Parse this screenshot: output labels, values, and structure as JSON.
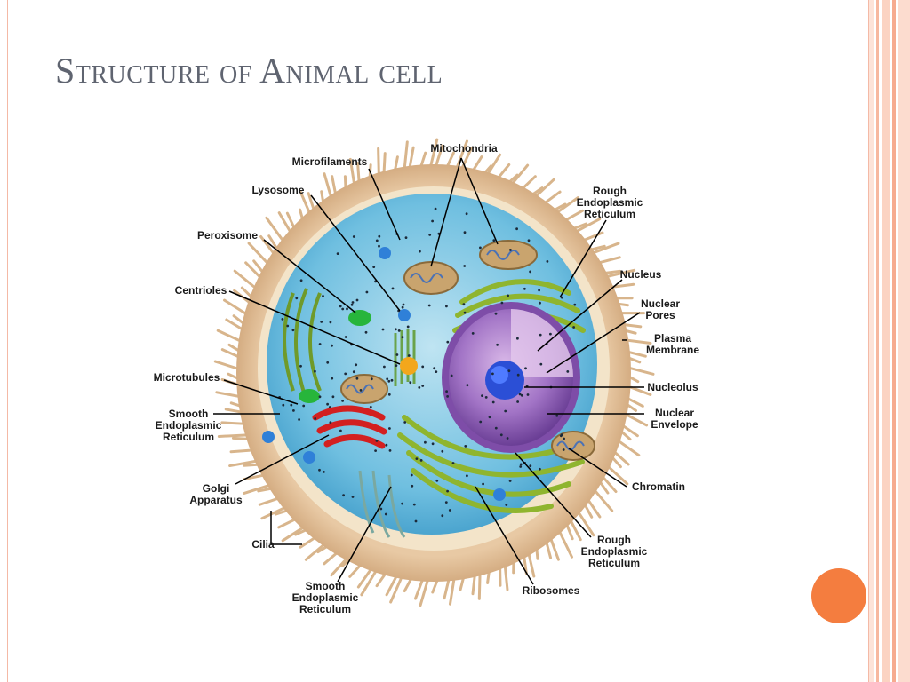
{
  "slide": {
    "title": "Structure of Animal cell",
    "accent_color": "#f47d3f",
    "frame_color": "#f4b9a6"
  },
  "diagram": {
    "labels": {
      "mitochondria": "Mitochondria",
      "microfilaments": "Microfilaments",
      "lysosome": "Lysosome",
      "rough_er_top_1": "Rough",
      "rough_er_top_2": "Endoplasmic",
      "rough_er_top_3": "Reticulum",
      "peroxisome": "Peroxisome",
      "nucleus": "Nucleus",
      "centrioles": "Centrioles",
      "nuclear_pores_1": "Nuclear",
      "nuclear_pores_2": "Pores",
      "plasma_membrane_1": "Plasma",
      "plasma_membrane_2": "Membrane",
      "microtubules": "Microtubules",
      "nucleolus": "Nucleolus",
      "smooth_er_left_1": "Smooth",
      "smooth_er_left_2": "Endoplasmic",
      "smooth_er_left_3": "Reticulum",
      "nuclear_envelope_1": "Nuclear",
      "nuclear_envelope_2": "Envelope",
      "golgi_1": "Golgi",
      "golgi_2": "Apparatus",
      "chromatin": "Chromatin",
      "cilia": "Cilia",
      "rough_er_bottom_1": "Rough",
      "rough_er_bottom_2": "Endoplasmic",
      "rough_er_bottom_3": "Reticulum",
      "smooth_er_bottom_1": "Smooth",
      "smooth_er_bottom_2": "Endoplasmic",
      "smooth_er_bottom_3": "Reticulum",
      "ribosomes": "Ribosomes"
    }
  }
}
